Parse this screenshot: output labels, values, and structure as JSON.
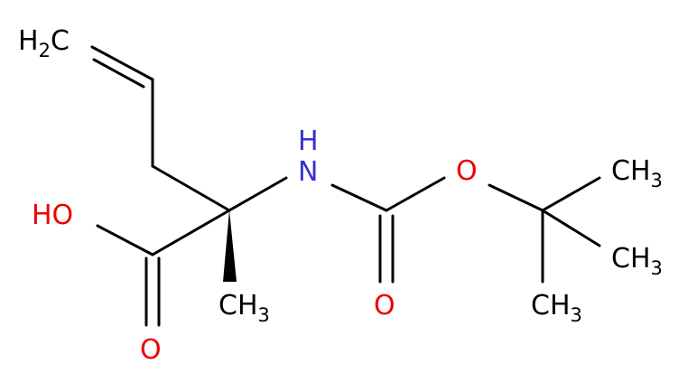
{
  "molecule": {
    "colors": {
      "carbon": "#000000",
      "nitrogen": "#3333cc",
      "oxygen": "#ee0000"
    },
    "labels": {
      "h2c": {
        "main": "H",
        "sub": "2",
        "tail": "C"
      },
      "hydroxyl": {
        "main": "HO"
      },
      "amine": {
        "main": "H",
        "tail": "N"
      },
      "ester_oxygen": {
        "main": "O"
      },
      "carbonyl_oxygen_carbamate": {
        "main": "O"
      },
      "carbonyl_oxygen_acid": {
        "main": "O"
      },
      "methyl_alpha": {
        "main": "CH",
        "sub": "3"
      },
      "methyl_1": {
        "main": "CH",
        "sub": "3"
      },
      "methyl_2": {
        "main": "CH",
        "sub": "3"
      },
      "methyl_3": {
        "main": "CH",
        "sub": "3"
      }
    }
  }
}
